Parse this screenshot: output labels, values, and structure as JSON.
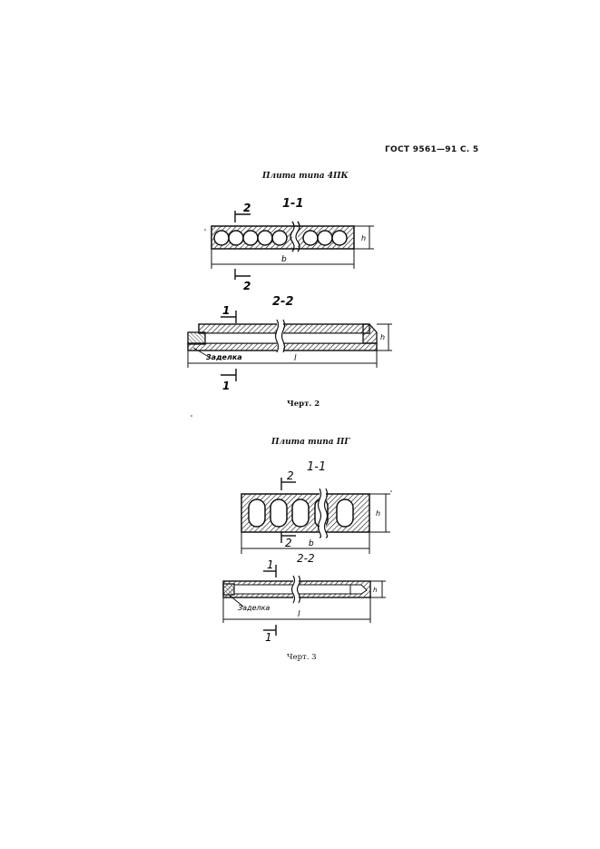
{
  "header": {
    "page_ref": "ГОСТ 9561—91 С. 5"
  },
  "figure2": {
    "title": "Плита типа 4ПК",
    "section_a": "1-1",
    "section_b": "2-2",
    "cut_a": "2",
    "cut_b": "1",
    "dim_height": "h",
    "dim_width": "b",
    "dim_length": "l",
    "seal_label": "Заделка",
    "caption": "Черт. 2"
  },
  "figure3": {
    "title": "Плита типа ПГ",
    "section_a": "1-1",
    "section_b": "2-2",
    "cut_a": "2",
    "cut_b": "1",
    "dim_height": "h",
    "dim_width": "b",
    "dim_length": "l",
    "seal_label": "Заделка",
    "caption": "Черт. 3"
  }
}
